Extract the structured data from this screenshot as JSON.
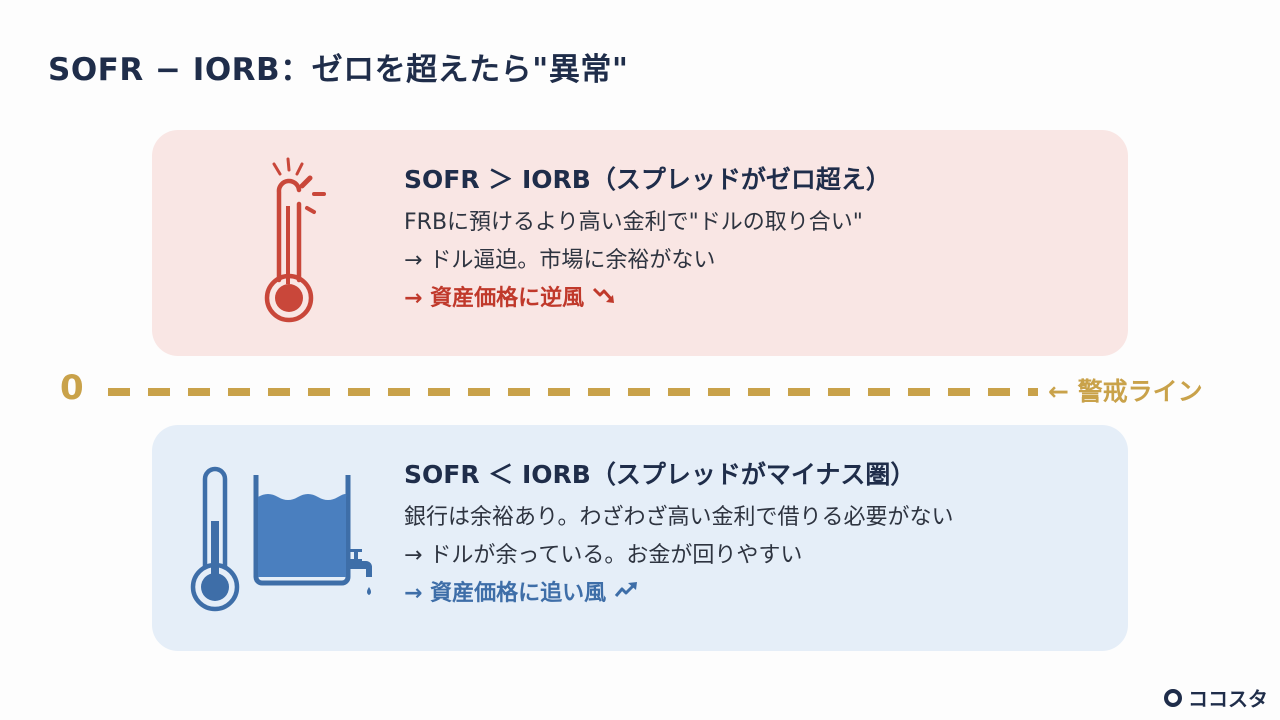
{
  "title": "SOFR − IORB：ゼロを超えたら\"異常\"",
  "upper_card": {
    "icon": "thermometer-bursting-icon",
    "heading": "SOFR ＞ IORB（スプレッドがゼロ超え）",
    "lines": [
      "FRBに預けるより高い金利で\"ドルの取り合い\"",
      "→ ドル逼迫。市場に余裕がない"
    ],
    "impact": "→ 資産価格に逆風",
    "impact_icon": "trend-down-icon",
    "bg_color": "#f9e6e4",
    "accent_color": "#c0392b"
  },
  "zero_line": {
    "label": "0",
    "annotation": "← 警戒ライン",
    "color": "#c9a24a"
  },
  "lower_card": {
    "icons": [
      "thermometer-low-icon",
      "water-tank-faucet-icon"
    ],
    "heading": "SOFR ＜ IORB（スプレッドがマイナス圏）",
    "lines": [
      "銀行は余裕あり。わざわざ高い金利で借りる必要がない",
      "→ ドルが余っている。お金が回りやすい"
    ],
    "impact": "→ 資産価格に追い風",
    "impact_icon": "trend-up-icon",
    "bg_color": "#e5eef8",
    "accent_color": "#3e6ea8"
  },
  "brand": {
    "name": "ココスタ"
  }
}
